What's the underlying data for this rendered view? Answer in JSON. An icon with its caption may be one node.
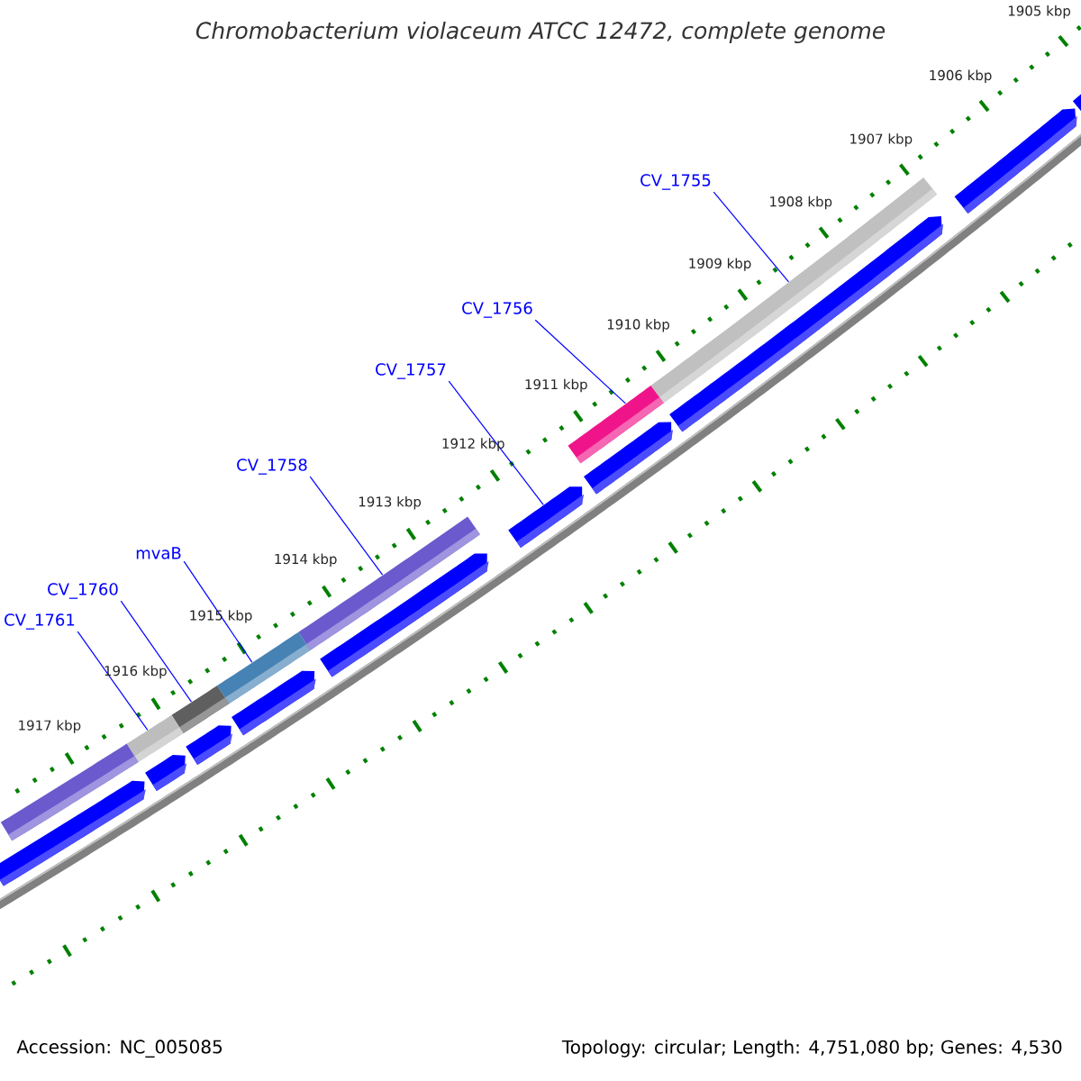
{
  "diagram": {
    "title": "Chromobacterium violaceum ATCC 12472, complete genome",
    "nodes": [
      {
        "text": [
          "CV_1755"
        ]
      },
      {
        "text": [
          "CV_1756"
        ]
      },
      {
        "text": [
          "CV_1757"
        ]
      },
      {
        "text": [
          "CV_1758"
        ]
      },
      {
        "text": [
          "mvaB"
        ]
      },
      {
        "text": [
          "CV_1760"
        ]
      },
      {
        "text": [
          "CV_1761"
        ]
      },
      {
        "text": [],
        "shape": "bar"
      },
      {
        "text": [],
        "shape": "bar"
      },
      {
        "text": [],
        "shape": "bar"
      },
      {
        "text": [],
        "shape": "bar"
      },
      {
        "text": [],
        "shape": "bar"
      },
      {
        "text": [],
        "shape": "bar"
      },
      {
        "text": [],
        "shape": "bar"
      },
      {
        "text": [],
        "shape": "bar"
      },
      {
        "text": [],
        "shape": "bar"
      },
      {
        "text": [],
        "shape": "bar"
      },
      {
        "text": [],
        "shape": "bar"
      },
      {
        "text": [],
        "shape": "bar"
      },
      {
        "text": [],
        "shape": "bar"
      },
      {
        "text": [],
        "shape": "bar"
      },
      {
        "text": [],
        "shape": "bar"
      },
      {
        "text": [],
        "shape": "bar"
      },
      {
        "text": [],
        "shape": "bar"
      }
    ],
    "edges": [
      {
        "from": 0,
        "to": 7,
        "arrow": "none"
      },
      {
        "from": 1,
        "to": 8,
        "arrow": "none"
      },
      {
        "from": 2,
        "to": 18,
        "arrow": "none"
      },
      {
        "from": 3,
        "to": 9,
        "arrow": "none"
      },
      {
        "from": 4,
        "to": 10,
        "arrow": "none"
      },
      {
        "from": 5,
        "to": 11,
        "arrow": "none"
      },
      {
        "from": 6,
        "to": 12,
        "arrow": "none"
      }
    ],
    "labels": [
      "1905 kbp",
      "1906 kbp",
      "1907 kbp",
      "1908 kbp",
      "1909 kbp",
      "1910 kbp",
      "1911 kbp",
      "1912 kbp",
      "1913 kbp",
      "1914 kbp",
      "1915 kbp",
      "1916 kbp",
      "1917 kbp",
      "Accession: NC_005085",
      "Topology: circular; Length: 4,751,080 bp; Genes: 4,530"
    ]
  }
}
